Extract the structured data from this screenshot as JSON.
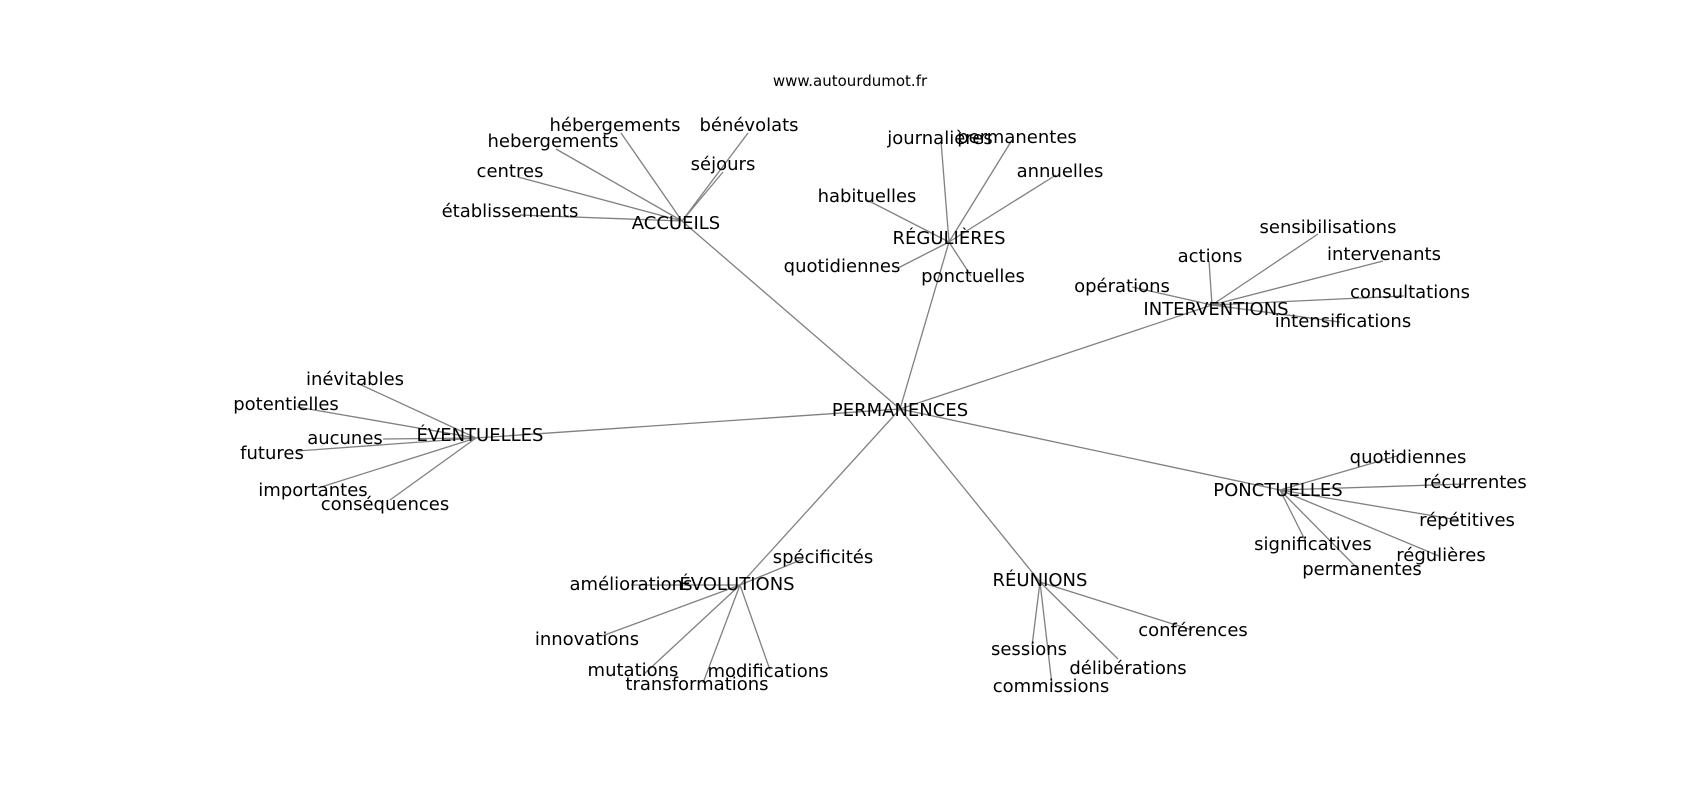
{
  "site_url": "www.autourdumot.fr",
  "graph": {
    "root": "PERMANENCES",
    "edge_color": "#808080",
    "clusters": [
      {
        "label": "ACCUEILS",
        "words": [
          "hébergements",
          "bénévolats",
          "hebergements",
          "séjours",
          "centres",
          "établissements"
        ]
      },
      {
        "label": "RÉGULIÈRES",
        "words": [
          "journalières",
          "permanentes",
          "annuelles",
          "habituelles",
          "quotidiennes",
          "ponctuelles"
        ]
      },
      {
        "label": "INTERVENTIONS",
        "words": [
          "sensibilisations",
          "actions",
          "intervenants",
          "opérations",
          "consultations",
          "intensifications"
        ]
      },
      {
        "label": "ÉVENTUELLES",
        "words": [
          "inévitables",
          "potentielles",
          "aucunes",
          "futures",
          "importantes",
          "conséquences"
        ]
      },
      {
        "label": "PONCTUELLES",
        "words": [
          "quotidiennes",
          "récurrentes",
          "répétitives",
          "significatives",
          "régulières",
          "permanentes"
        ]
      },
      {
        "label": "ÉVOLUTIONS",
        "words": [
          "spécificités",
          "améliorations",
          "innovations",
          "mutations",
          "modifications",
          "transformations"
        ]
      },
      {
        "label": "RÉUNIONS",
        "words": [
          "conférences",
          "sessions",
          "délibérations",
          "commissions"
        ]
      }
    ]
  }
}
